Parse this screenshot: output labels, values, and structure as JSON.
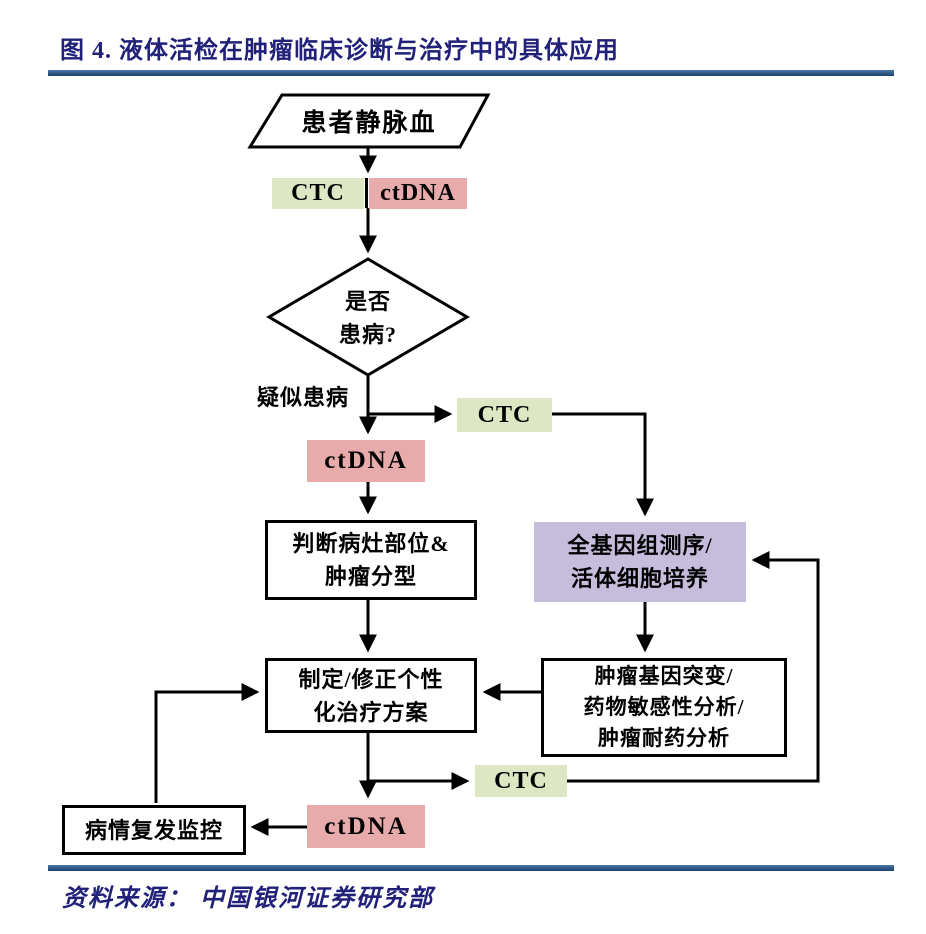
{
  "header": {
    "title": "图 4. 液体活检在肿瘤临床诊断与治疗中的具体应用"
  },
  "flowchart": {
    "start_label": "患者静脉血",
    "tag_ctc": "CTC",
    "tag_ctdna": "ctDNA",
    "decision_line1": "是否",
    "decision_line2": "患病?",
    "suspected_label": "疑似患病",
    "ctc_mid": "CTC",
    "ctdna_mid": "ctDNA",
    "locate_line1": "判断病灶部位&",
    "locate_line2": "肿瘤分型",
    "seq_line1": "全基因组测序/",
    "seq_line2": "活体细胞培养",
    "plan_line1": "制定/修正个性",
    "plan_line2": "化治疗方案",
    "analysis_line1": "肿瘤基因突变/",
    "analysis_line2": "药物敏感性分析/",
    "analysis_line3": "肿瘤耐药分析",
    "ctc_bottom": "CTC",
    "ctdna_bottom": "ctDNA",
    "monitor_label": "病情复发监控"
  },
  "footer": {
    "source": "资料来源： 中国银河证券研究部"
  },
  "colors": {
    "title_navy": "#21217a",
    "rule_blue": "#2b5682",
    "ctc_green": "#dde7c3",
    "ctdna_pink": "#e8abab",
    "sequencing_purple": "#c6bcdc",
    "line_black": "#000000"
  }
}
